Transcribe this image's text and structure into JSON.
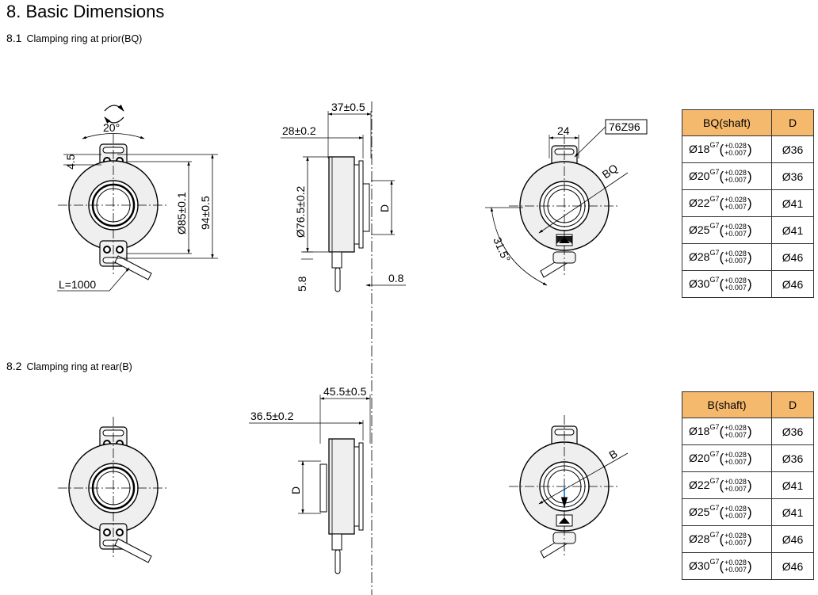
{
  "heading": {
    "number": "8.",
    "title": "Basic Dimensions"
  },
  "section1": {
    "number": "8.1",
    "title": "Clamping ring at prior(BQ)"
  },
  "section2": {
    "number": "8.2",
    "title": "Clamping ring at rear(B)"
  },
  "dims": {
    "angle": "20°",
    "d45": "4.5",
    "d85": "Ø85±0.1",
    "d94": "94±0.5",
    "cable": "L=1000",
    "d37": "37±0.5",
    "d28": "28±0.2",
    "d765": "Ø76.5±0.2",
    "dD": "D",
    "d58": "5.8",
    "d08": "0.8",
    "d24": "24",
    "d76z": "76Z96",
    "bq": "BQ",
    "d315": "31.5°",
    "d455": "45.5±0.5",
    "d365": "36.5±0.2",
    "dD2": "D",
    "b": "B"
  },
  "tables": [
    {
      "head": [
        "BQ(shaft)",
        "D"
      ],
      "rows": [
        {
          "dia": "Ø18",
          "fit": "G7",
          "up": "+0.028",
          "low": "+0.007",
          "d": "Ø36"
        },
        {
          "dia": "Ø20",
          "fit": "G7",
          "up": "+0.028",
          "low": "+0.007",
          "d": "Ø36"
        },
        {
          "dia": "Ø22",
          "fit": "G7",
          "up": "+0.028",
          "low": "+0.007",
          "d": "Ø41"
        },
        {
          "dia": "Ø25",
          "fit": "G7",
          "up": "+0.028",
          "low": "+0.007",
          "d": "Ø41"
        },
        {
          "dia": "Ø28",
          "fit": "G7",
          "up": "+0.028",
          "low": "+0.007",
          "d": "Ø46"
        },
        {
          "dia": "Ø30",
          "fit": "G7",
          "up": "+0.028",
          "low": "+0.007",
          "d": "Ø46"
        }
      ]
    },
    {
      "head": [
        "B(shaft)",
        "D"
      ],
      "rows": [
        {
          "dia": "Ø18",
          "fit": "G7",
          "up": "+0.028",
          "low": "+0.007",
          "d": "Ø36"
        },
        {
          "dia": "Ø20",
          "fit": "G7",
          "up": "+0.028",
          "low": "+0.007",
          "d": "Ø36"
        },
        {
          "dia": "Ø22",
          "fit": "G7",
          "up": "+0.028",
          "low": "+0.007",
          "d": "Ø41"
        },
        {
          "dia": "Ø25",
          "fit": "G7",
          "up": "+0.028",
          "low": "+0.007",
          "d": "Ø41"
        },
        {
          "dia": "Ø28",
          "fit": "G7",
          "up": "+0.028",
          "low": "+0.007",
          "d": "Ø46"
        },
        {
          "dia": "Ø30",
          "fit": "G7",
          "up": "+0.028",
          "low": "+0.007",
          "d": "Ø46"
        }
      ]
    }
  ],
  "colors": {
    "header_fill": "#f5b96d",
    "body_grey": "#efefef",
    "accent_blue": "#3a8fd8"
  }
}
